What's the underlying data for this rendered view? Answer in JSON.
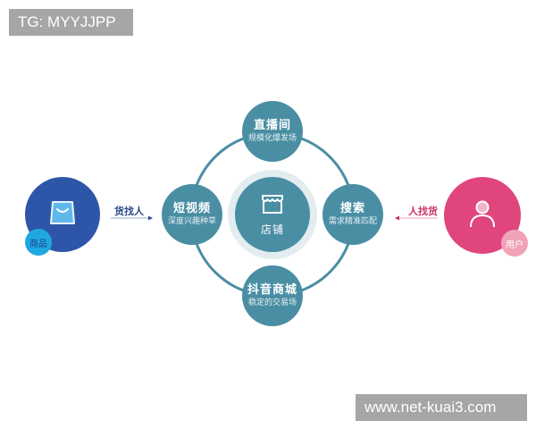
{
  "watermarks": {
    "top_left": "TG: MYYJJPP",
    "bottom_right": "www.net-kuai3.com"
  },
  "colors": {
    "node_teal": "#4a8ea4",
    "ring_line": "#4a8ea4",
    "halo": "#e3ecef",
    "product_blue": "#2e56a8",
    "product_badge": "#1fa8e0",
    "user_pink": "#e0457d",
    "user_badge": "#f0a3b6",
    "left_label": "#2e4a8a",
    "right_label": "#c9356b"
  },
  "center": {
    "label": "店铺",
    "icon": "storefront-icon"
  },
  "nodes": {
    "top": {
      "title": "直播间",
      "subtitle": "规模化爆发场"
    },
    "left": {
      "title": "短视频",
      "subtitle": "深度兴趣种草"
    },
    "right": {
      "title": "搜索",
      "subtitle": "需求精准匹配"
    },
    "bottom": {
      "title": "抖音商城",
      "subtitle": "稳定的交易场"
    }
  },
  "left_actor": {
    "badge": "商品",
    "icon": "shopping-bag-icon",
    "flow_label": "货找人"
  },
  "right_actor": {
    "badge": "用户",
    "icon": "user-icon",
    "flow_label": "人找货"
  }
}
